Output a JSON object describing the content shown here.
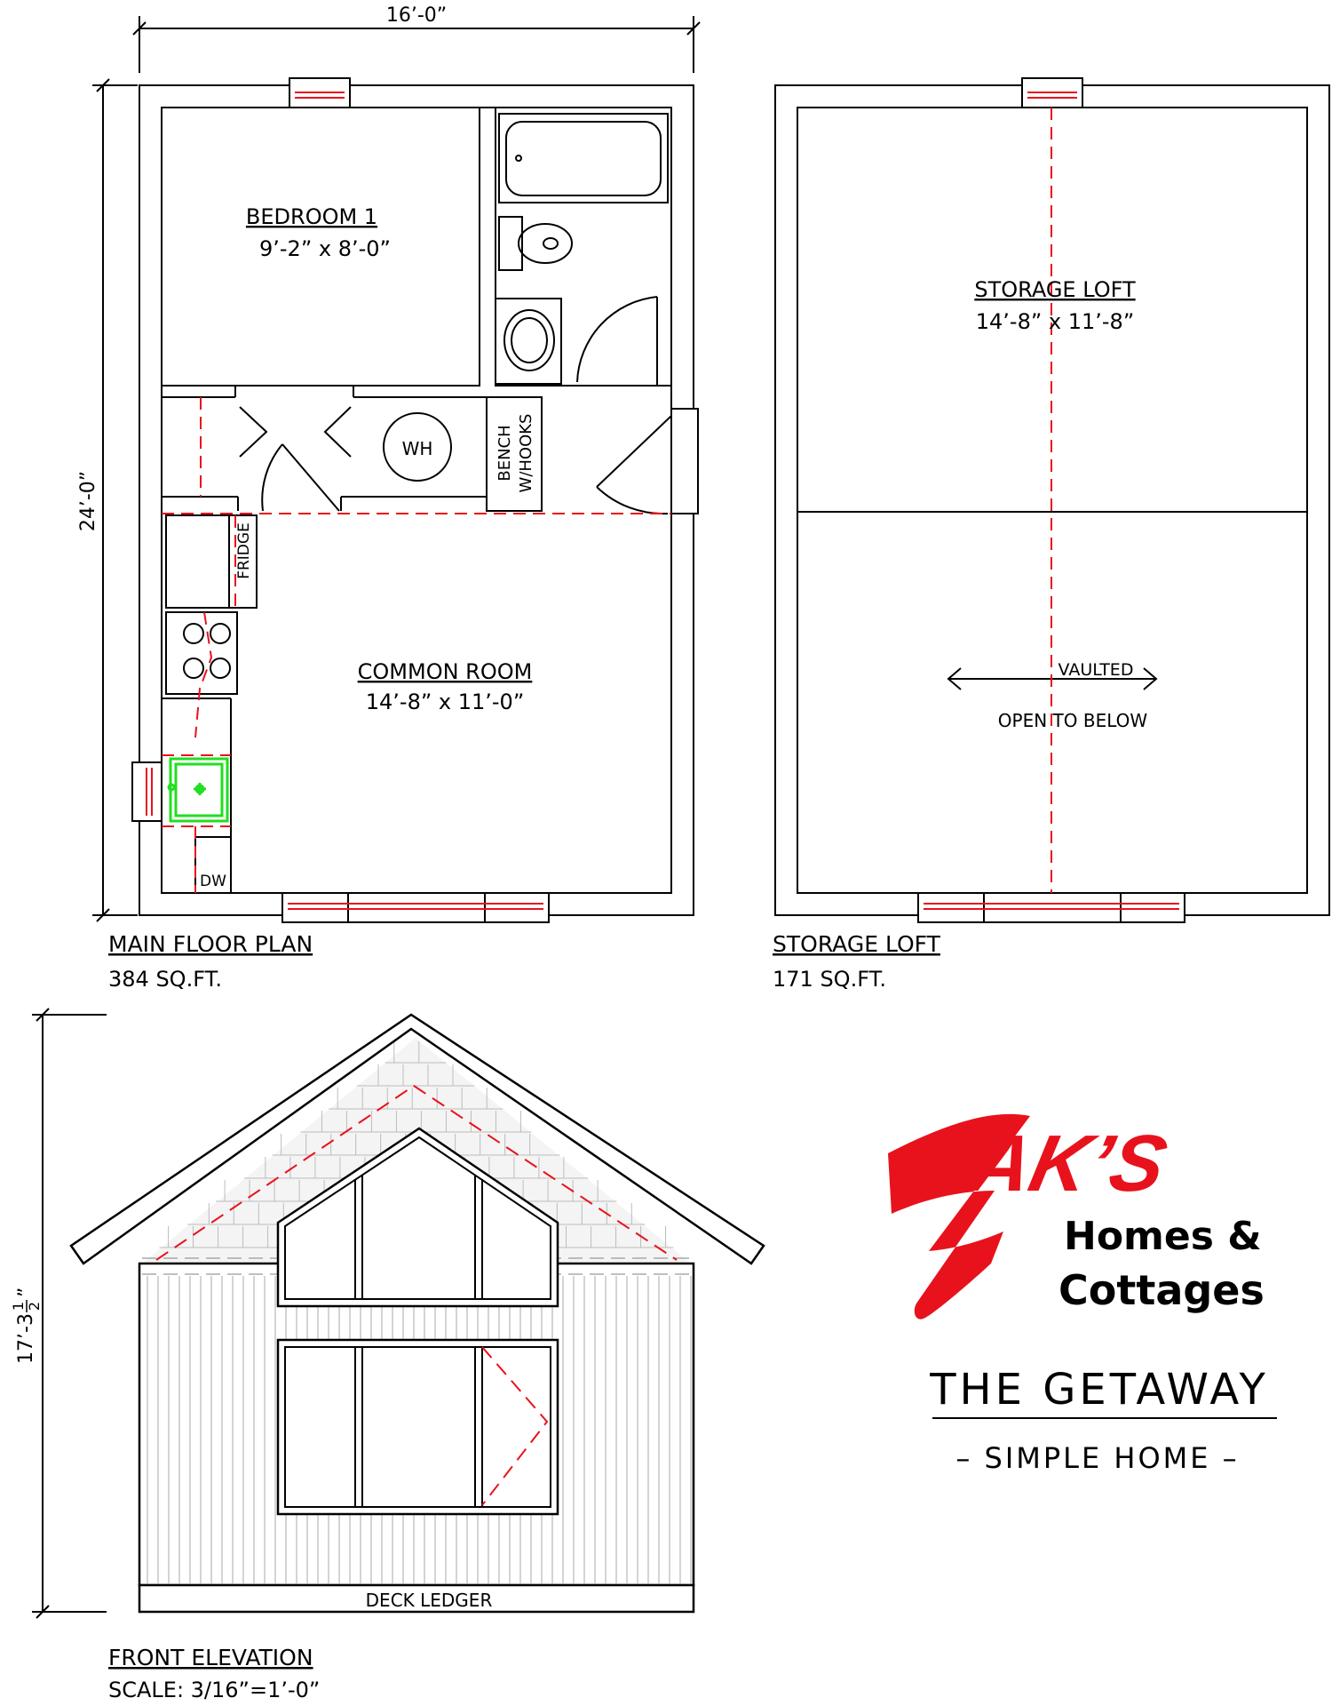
{
  "main_plan": {
    "dim_width": "16’-0”",
    "dim_height": "24’-0”",
    "bedroom_name": "BEDROOM 1",
    "bedroom_size": "9’-2” x 8’-0”",
    "wh": "WH",
    "bench_line1": "BENCH",
    "bench_line2": "W/HOOKS",
    "fridge": "FRIDGE",
    "common_name": "COMMON ROOM",
    "common_size": "14’-8” x 11’-0”",
    "dw": "DW",
    "caption": "MAIN FLOOR PLAN",
    "area": "384 SQ.FT."
  },
  "loft_plan": {
    "name": "STORAGE LOFT",
    "size": "14’-8” x 11’-8”",
    "vaulted": "VAULTED",
    "open_below": "OPEN TO BELOW",
    "caption": "STORAGE LOFT",
    "area": "171 SQ.FT."
  },
  "elevation": {
    "dim_height_main": "17’-3",
    "dim_height_frac_num": "1",
    "dim_height_frac_den": "2",
    "dim_height_quote": "”",
    "deck": "DECK LEDGER",
    "caption": "FRONT ELEVATION",
    "scale": "SCALE: 3/16”=1’-0”"
  },
  "brand": {
    "logo_text": "ZAK’S",
    "line1": "Homes &",
    "line2": "Cottages",
    "plan_name": "THE GETAWAY",
    "subtitle": "– SIMPLE HOME –",
    "logo_color": "#e8121c"
  },
  "colors": {
    "line": "#000000",
    "hidden": "#e8121c",
    "sink": "#22dd22",
    "siding": "#b8b8b8"
  }
}
